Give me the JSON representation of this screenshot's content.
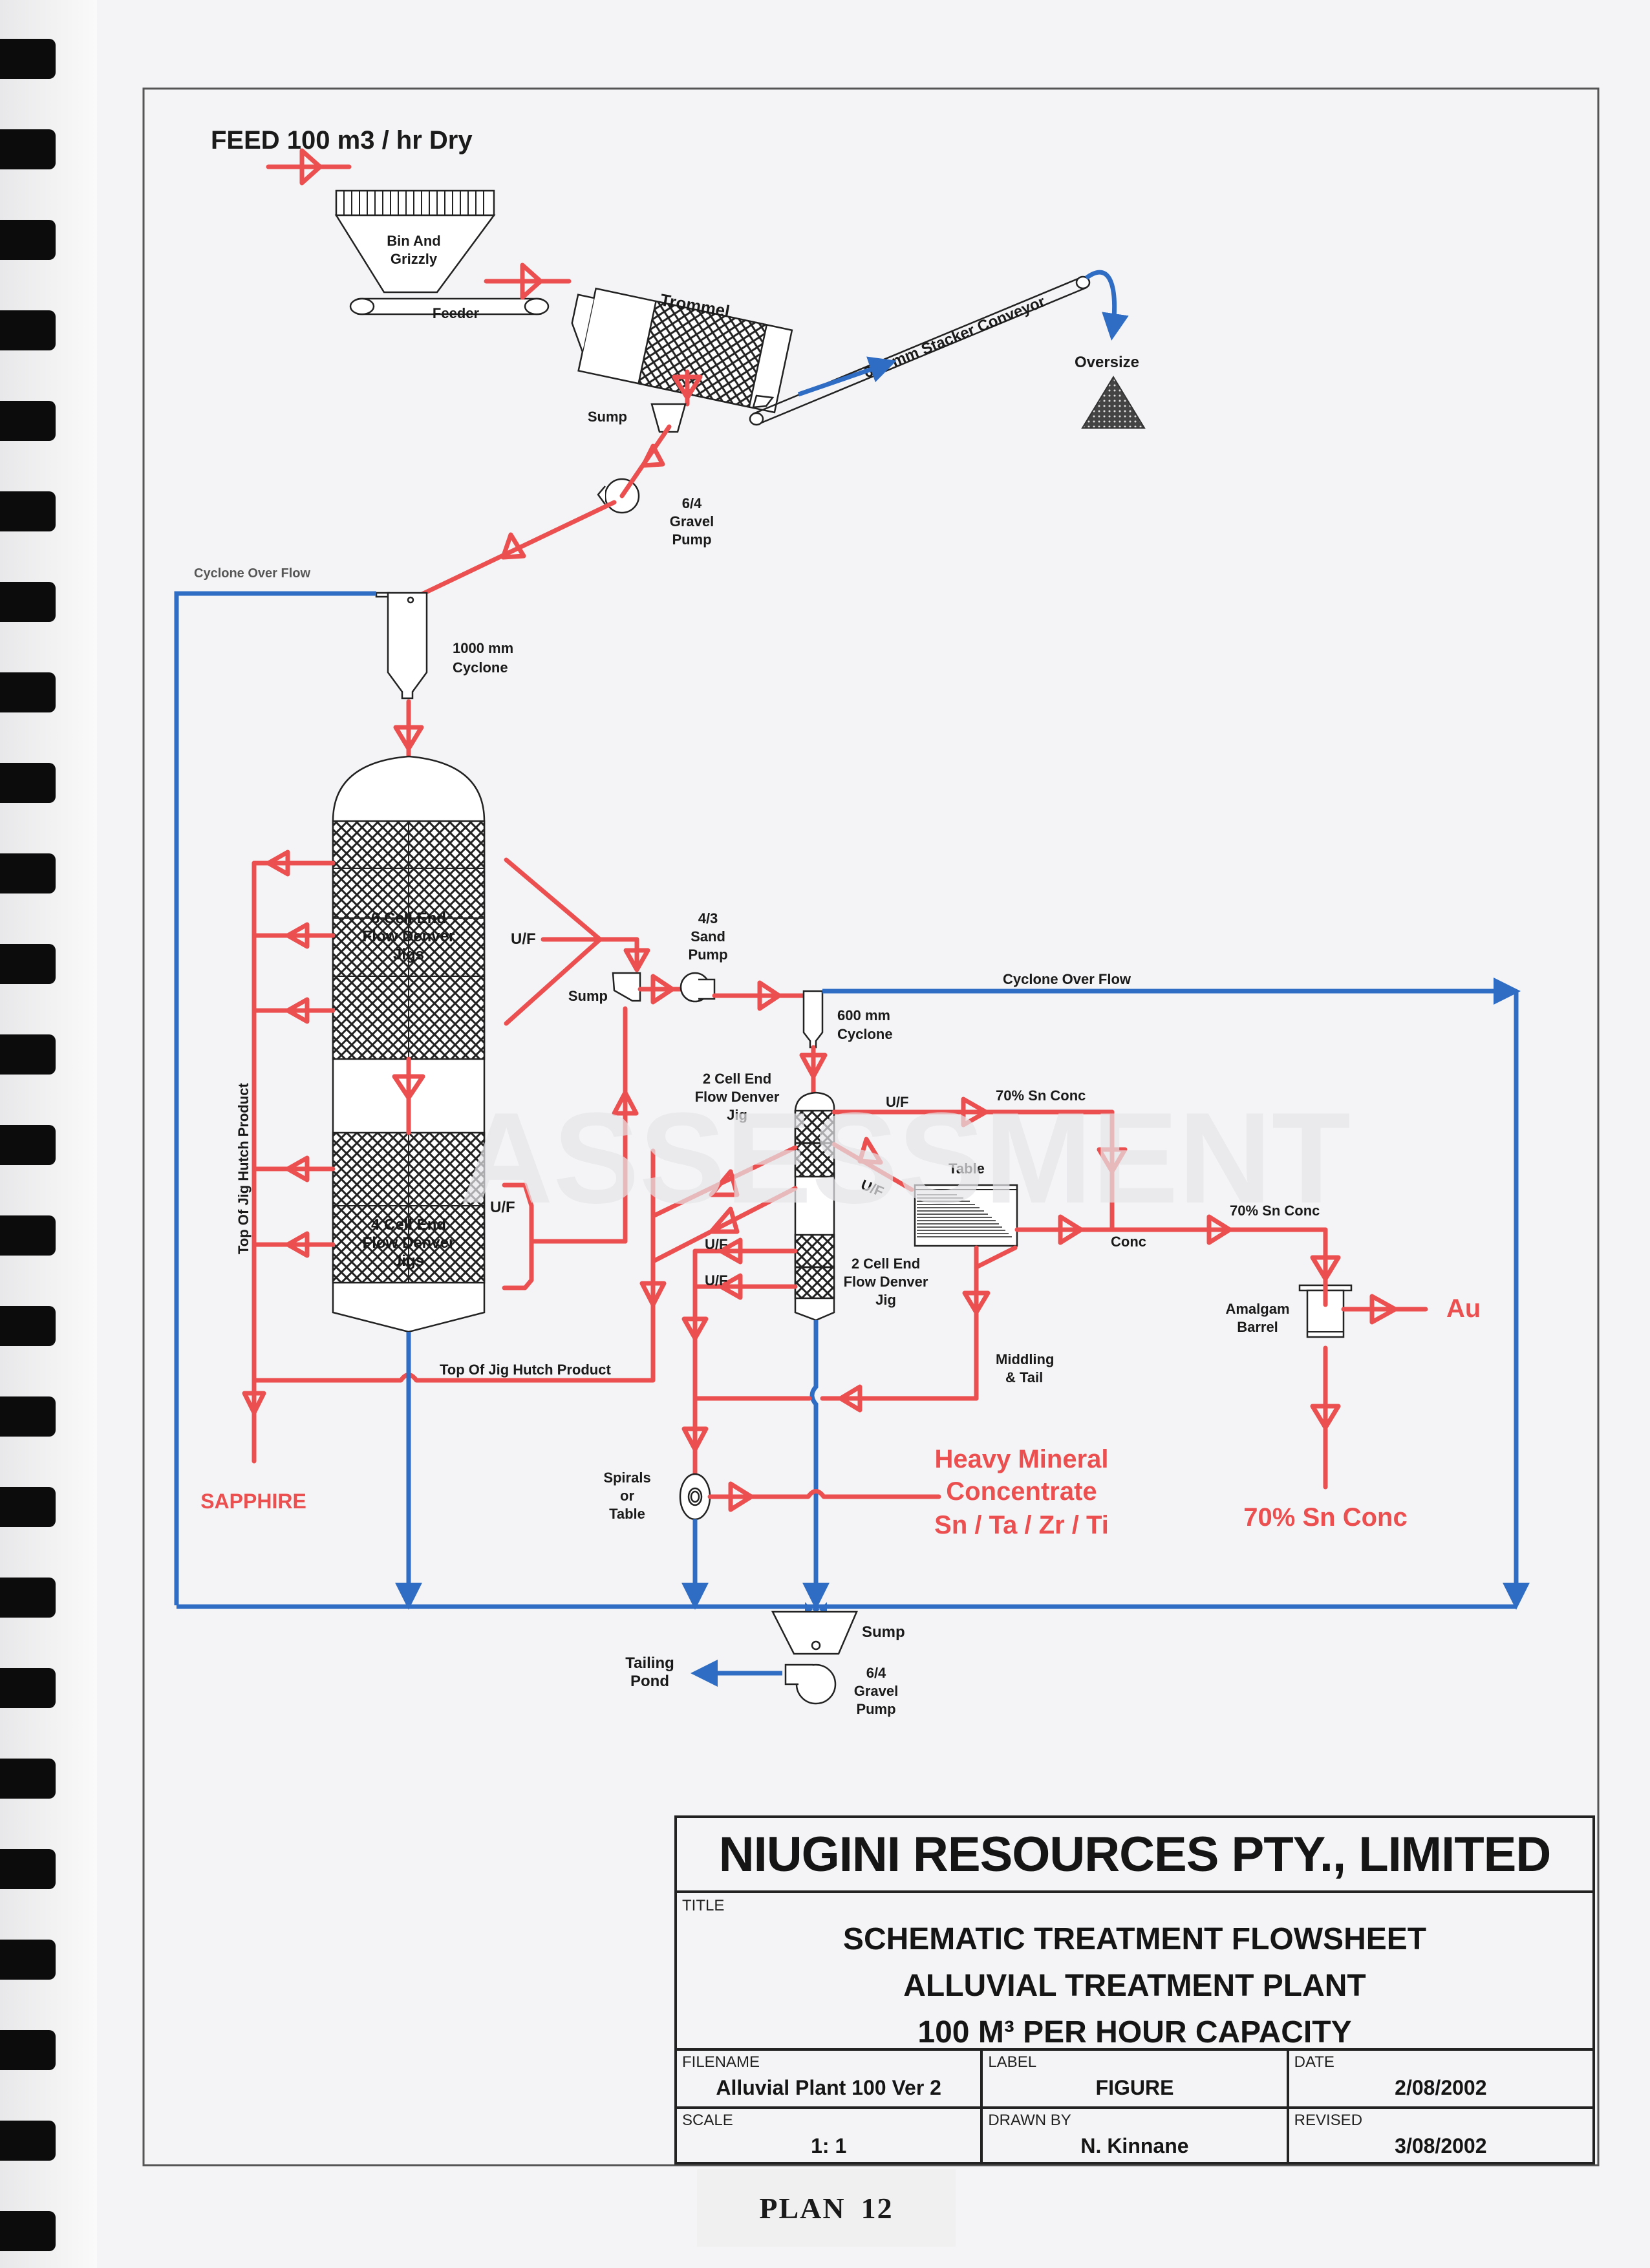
{
  "document": {
    "plan_label": "PLAN",
    "plan_number": "12"
  },
  "flowsheet": {
    "feed": "FEED 100 m3 / hr Dry",
    "bin": [
      "Bin And",
      "Grizzly"
    ],
    "feeder": "Feeder",
    "trommel": "Trommel",
    "stacker": "600 mm Stacker Conveyor",
    "oversize": "Oversize",
    "sump1": "Sump",
    "gravel_pump1": [
      "6/4",
      "Gravel",
      "Pump"
    ],
    "cyclone_overflow_1": "Cyclone Over Flow",
    "cyclone1": [
      "1000 mm",
      "Cyclone"
    ],
    "jig6": [
      "6 Cell End",
      "Flow Denver",
      "Jigs"
    ],
    "jig4": [
      "4 Cell End",
      "Flow Denver",
      "Jigs"
    ],
    "uf": "U/F",
    "sump2": "Sump",
    "sand_pump": [
      "4/3",
      "Sand",
      "Pump"
    ],
    "cyclone_overflow_2": "Cyclone Over Flow",
    "cyclone2": [
      "600 mm",
      "Cyclone"
    ],
    "jig2_top": [
      "2 Cell End",
      "Flow Denver",
      "Jig"
    ],
    "jig2_bottom": [
      "2 Cell End",
      "Flow Denver",
      "Jig"
    ],
    "sn_conc_1": "70% Sn Conc",
    "table": "Table",
    "conc": "Conc",
    "sn_conc_2": "70% Sn Conc",
    "amalgam": [
      "Amalgam",
      "Barrel"
    ],
    "au": "Au",
    "middling": [
      "Middling",
      "& Tail"
    ],
    "top_hutch_vertical": "Top Of Jig Hutch Product",
    "top_hutch_horizontal": "Top Of Jig Hutch Product",
    "sapphire": "SAPPHIRE",
    "spirals": [
      "Spirals",
      "or",
      "Table"
    ],
    "hmc": [
      "Heavy Mineral",
      "Concentrate",
      "Sn / Ta / Zr / Ti"
    ],
    "sn_conc_final": "70% Sn Conc",
    "sump3": "Sump",
    "gravel_pump2": [
      "6/4",
      "Gravel",
      "Pump"
    ],
    "tailing": [
      "Tailing",
      "Pond"
    ]
  },
  "title_block": {
    "company": "NIUGINI RESOURCES PTY., LIMITED",
    "title_caption": "TITLE",
    "title_lines": [
      "SCHEMATIC TREATMENT FLOWSHEET",
      "ALLUVIAL TREATMENT PLANT",
      "100 M³ PER HOUR CAPACITY"
    ],
    "filename_caption": "FILENAME",
    "filename": "Alluvial Plant 100 Ver 2",
    "label_caption": "LABEL",
    "label": "FIGURE",
    "date_caption": "DATE",
    "date": "2/08/2002",
    "scale_caption": "SCALE",
    "scale": "1: 1",
    "drawn_by_caption": "DRAWN BY",
    "drawn_by": "N. Kinnane",
    "revised_caption": "REVISED",
    "revised": "3/08/2002"
  },
  "colors": {
    "slurry_flow": "#ec4f4f",
    "water_overflow": "#2f6cc4",
    "equipment": "#222222"
  }
}
